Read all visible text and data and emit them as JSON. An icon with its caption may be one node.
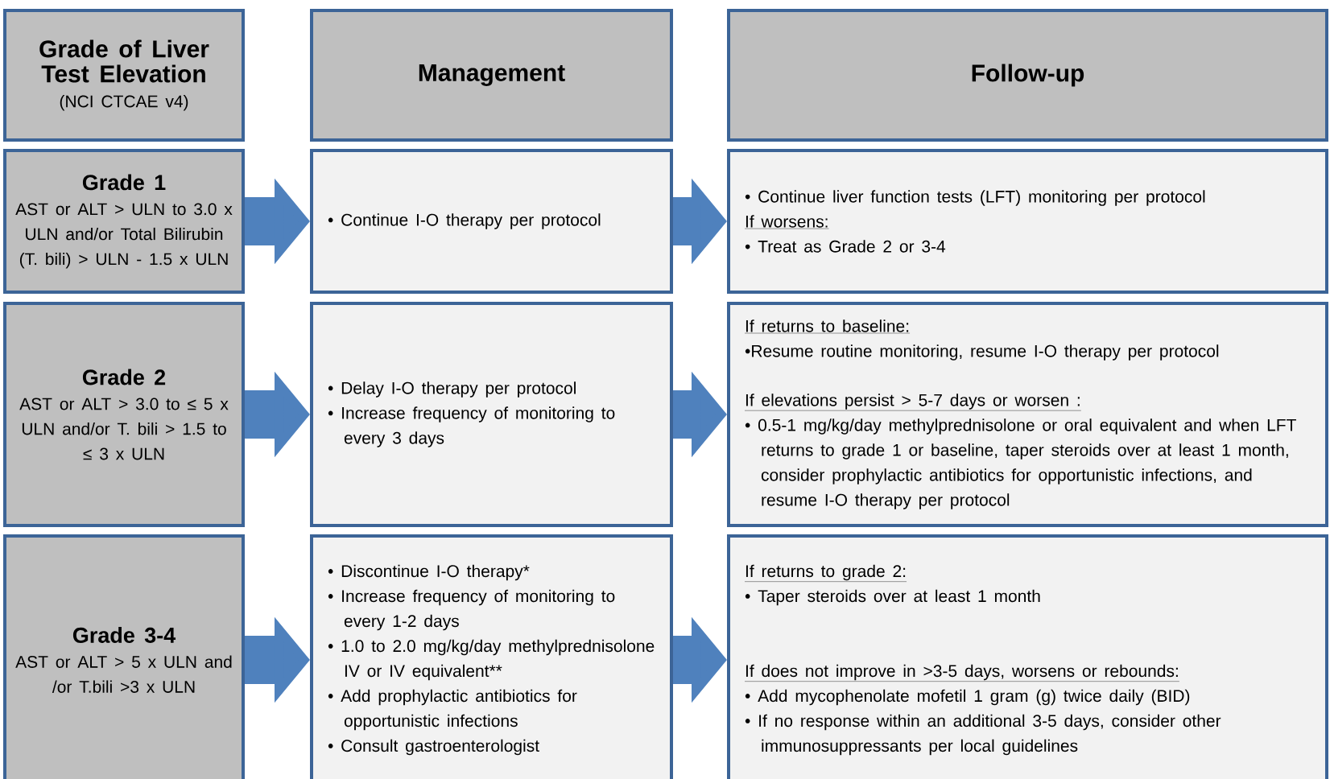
{
  "diagram": {
    "nodes": [
      {
        "text": [
          "Grade of Liver Test Elevation",
          "(NCI CTCAE v4)"
        ]
      },
      {
        "text": [
          "Management"
        ]
      },
      {
        "text": [
          "Follow-up"
        ]
      },
      {
        "text": [
          "Grade 1",
          "AST or ALT > ULN to 3.0 x ULN and/or Total Bilirubin (T. bili) > ULN - 1.5 x ULN"
        ]
      },
      {
        "text": [
          "• Continue I-O therapy per protocol"
        ]
      },
      {
        "text": [
          "• Continue liver function tests (LFT) monitoring per protocol",
          "If worsens:",
          "• Treat as Grade 2 or 3-4"
        ]
      },
      {
        "text": [
          "Grade 2",
          "AST or ALT > 3.0 to ≤ 5 x ULN and/or T. bili > 1.5 to ≤ 3 x ULN"
        ]
      },
      {
        "text": [
          "• Delay I-O therapy per protocol",
          "• Increase frequency of monitoring to every 3 days"
        ]
      },
      {
        "text": [
          "If returns to baseline:",
          "•Resume routine monitoring, resume I-O therapy per protocol",
          "If elevations persist > 5-7 days or worsen :",
          "• 0.5-1 mg/kg/day methylprednisolone or oral equivalent and when LFT returns to grade 1 or baseline, taper steroids over at least 1 month, consider prophylactic antibiotics for opportunistic infections, and resume I-O therapy per protocol"
        ]
      },
      {
        "text": [
          "Grade 3-4",
          "AST or ALT > 5 x ULN and /or T.bili >3 x ULN"
        ]
      },
      {
        "text": [
          "• Discontinue I-O therapy*",
          "• Increase frequency of monitoring to every 1-2 days",
          "• 1.0 to 2.0 mg/kg/day methylprednisolone IV or IV equivalent**",
          "• Add prophylactic antibiotics for opportunistic infections",
          "• Consult gastroenterologist"
        ]
      },
      {
        "text": [
          "If returns to grade 2:",
          "• Taper steroids over at least 1 month",
          "If does not improve in >3-5 days, worsens or rebounds:",
          "• Add mycophenolate mofetil 1 gram (g) twice daily (BID)",
          "• If no response within an additional 3-5 days, consider other immunosuppressants per local guidelines"
        ]
      }
    ],
    "edges": [
      {
        "from": 3,
        "to": 4,
        "arrow": "to"
      },
      {
        "from": 4,
        "to": 5,
        "arrow": "to"
      },
      {
        "from": 6,
        "to": 7,
        "arrow": "to"
      },
      {
        "from": 7,
        "to": 8,
        "arrow": "to"
      },
      {
        "from": 9,
        "to": 10,
        "arrow": "to"
      },
      {
        "from": 10,
        "to": 11,
        "arrow": "to"
      }
    ]
  }
}
